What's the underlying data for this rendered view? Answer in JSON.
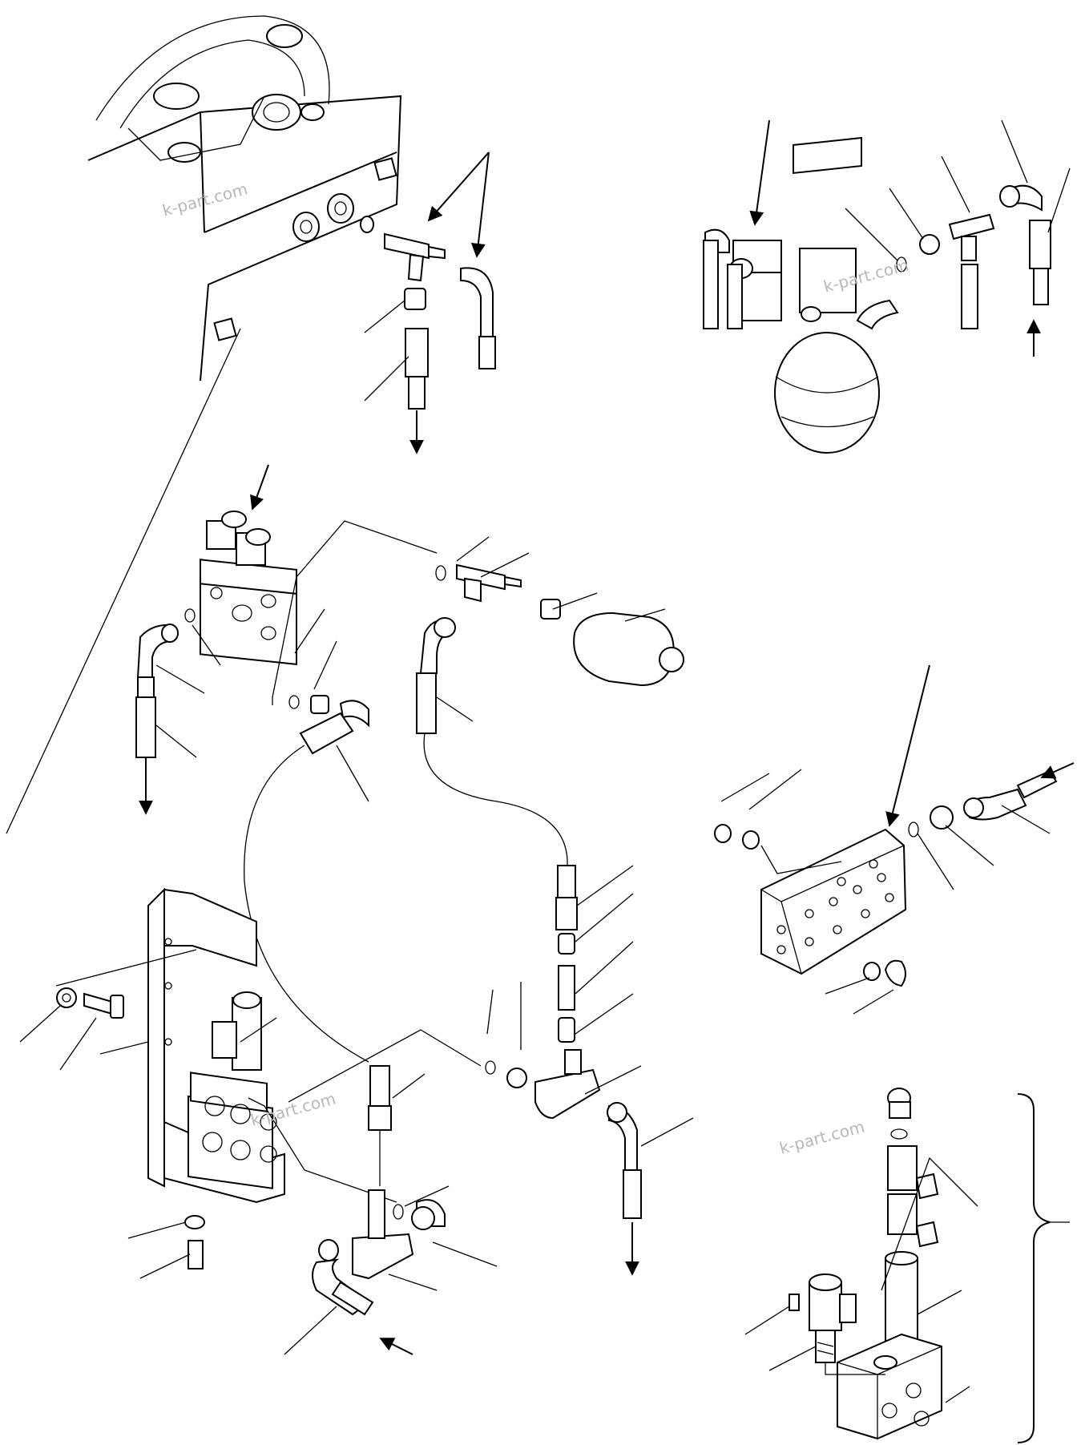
{
  "watermarks": [
    "k-part.com",
    "k-part.com",
    "k-part.com",
    "k-part.com"
  ],
  "colors": {
    "line": "#000000",
    "watermark": "#b8b8b8",
    "background": "#ffffff"
  }
}
